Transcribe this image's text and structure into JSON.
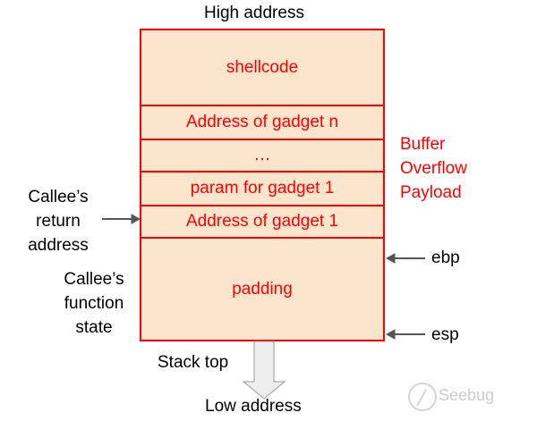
{
  "top_label": "High address",
  "bottom_label": "Low address",
  "stack_top_label": "Stack top",
  "cells": [
    "shellcode",
    "Address of gadget n",
    "…",
    "param for gadget 1",
    "Address of gadget 1",
    "padding"
  ],
  "payload_label": [
    "Buffer",
    "Overflow",
    "Payload"
  ],
  "callee_return": [
    "Callee’s",
    "return",
    "address"
  ],
  "callee_state": [
    "Callee’s",
    "function",
    "state"
  ],
  "ebp": "ebp",
  "esp": "esp",
  "watermark": "Seebug",
  "colors": {
    "fill": "#fce5cd",
    "accent": "#ff0000"
  }
}
